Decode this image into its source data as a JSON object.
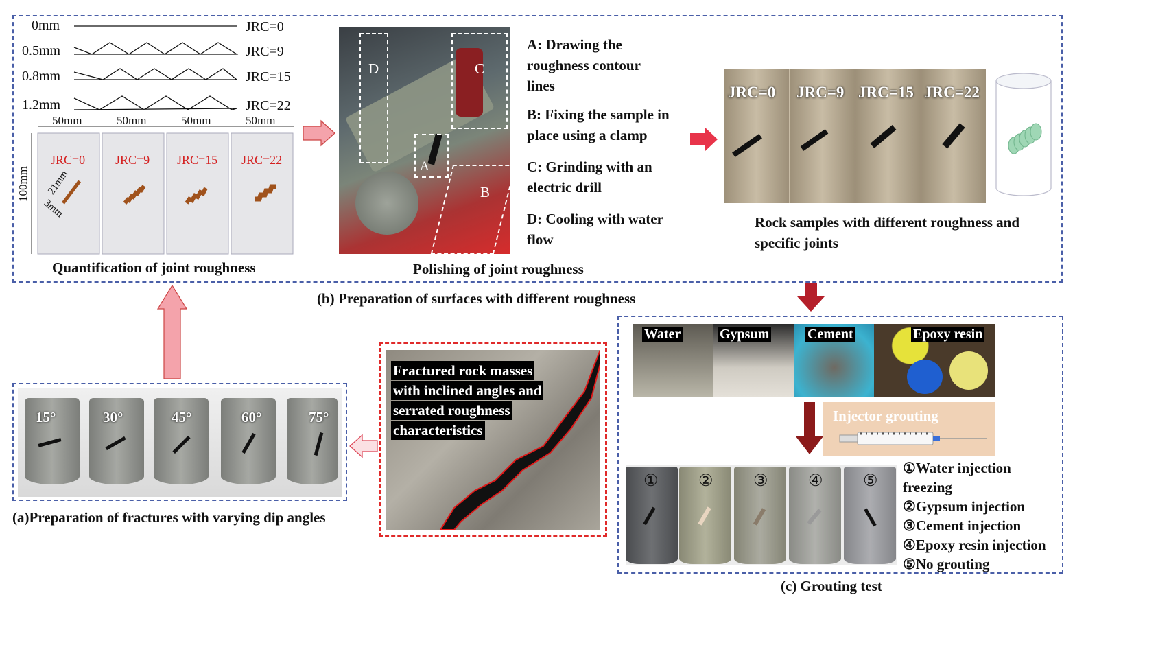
{
  "panel_b": {
    "caption": "(b) Preparation of surfaces with different roughness",
    "quant": {
      "caption": "Quantification of joint roughness",
      "profiles": [
        {
          "amp": "0mm",
          "jrc": "JRC=0"
        },
        {
          "amp": "0.5mm",
          "jrc": "JRC=9"
        },
        {
          "amp": "0.8mm",
          "jrc": "JRC=15"
        },
        {
          "amp": "1.2mm",
          "jrc": "JRC=22"
        }
      ],
      "widths": [
        "50mm",
        "50mm",
        "50mm",
        "50mm"
      ],
      "height": "100mm",
      "joint_length": "21mm",
      "joint_width": "3mm",
      "sample_labels": [
        "JRC=0",
        "JRC=9",
        "JRC=15",
        "JRC=22"
      ]
    },
    "polish": {
      "caption": "Polishing of joint roughness",
      "photo_labels": [
        "D",
        "C",
        "A",
        "B"
      ],
      "steps": [
        "A: Drawing the roughness contour lines",
        "B: Fixing the sample in place using a clamp",
        "C: Grinding with an electric drill",
        "D: Cooling with water flow"
      ]
    },
    "samples": {
      "caption": "Rock samples with different roughness and specific joints",
      "labels": [
        "JRC=0",
        "JRC=9",
        "JRC=15",
        "JRC=22"
      ]
    }
  },
  "panel_a": {
    "caption": "(a)Preparation of fractures with varying dip angles",
    "angles": [
      "15°",
      "30°",
      "45°",
      "60°",
      "75°"
    ]
  },
  "field": {
    "lines": [
      "Fractured rock masses",
      "with inclined angles and",
      "serrated roughness",
      "characteristics"
    ]
  },
  "panel_c": {
    "caption": "(c) Grouting test",
    "materials": [
      "Water",
      "Gypsum",
      "Cement",
      "Epoxy resin"
    ],
    "injector": "Injector grouting",
    "numbers": [
      "①",
      "②",
      "③",
      "④",
      "⑤"
    ],
    "legend": [
      "①Water injection",
      "freezing",
      "②Gypsum injection",
      "③Cement injection",
      "④Epoxy resin injection",
      "⑤No grouting"
    ]
  },
  "colors": {
    "frame": "#4a5fa8",
    "arrow_pink": "#f4a3ab",
    "arrow_dark": "#8b1a1a",
    "label_red": "#d42020",
    "joint_brown": "#a0521c"
  }
}
